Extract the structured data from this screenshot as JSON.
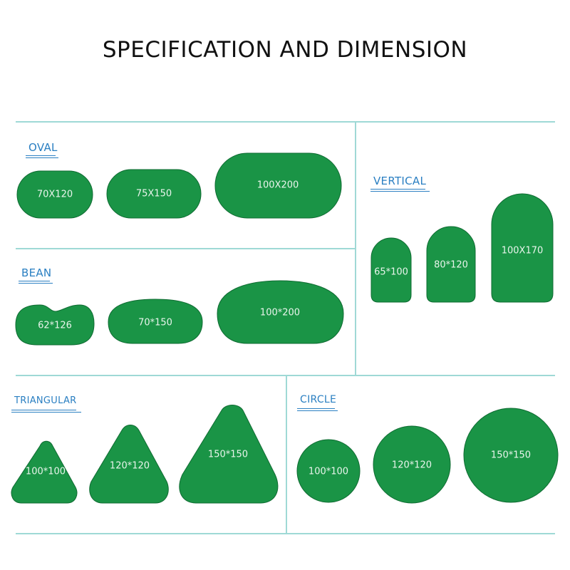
{
  "title": "SPECIFICATION AND DIMENSION",
  "colors": {
    "shape_fill": "#1a9446",
    "shape_stroke": "#0f6b32",
    "label_text": "#e9f5ec",
    "section_label": "#2a7fc2",
    "divider": "#9fd9d6"
  },
  "sections": {
    "oval": {
      "label": "OVAL",
      "items": [
        {
          "label": "70X120"
        },
        {
          "label": "75X150"
        },
        {
          "label": "100X200"
        }
      ]
    },
    "vertical": {
      "label": "VERTICAL",
      "items": [
        {
          "label": "65*100"
        },
        {
          "label": "80*120"
        },
        {
          "label": "100X170"
        }
      ]
    },
    "bean": {
      "label": "BEAN",
      "items": [
        {
          "label": "62*126"
        },
        {
          "label": "70*150"
        },
        {
          "label": "100*200"
        }
      ]
    },
    "triangular": {
      "label": "TRIANGULAR",
      "items": [
        {
          "label": "100*100"
        },
        {
          "label": "120*120"
        },
        {
          "label": "150*150"
        }
      ]
    },
    "circle": {
      "label": "CIRCLE",
      "items": [
        {
          "label": "100*100"
        },
        {
          "label": "120*120"
        },
        {
          "label": "150*150"
        }
      ]
    }
  }
}
